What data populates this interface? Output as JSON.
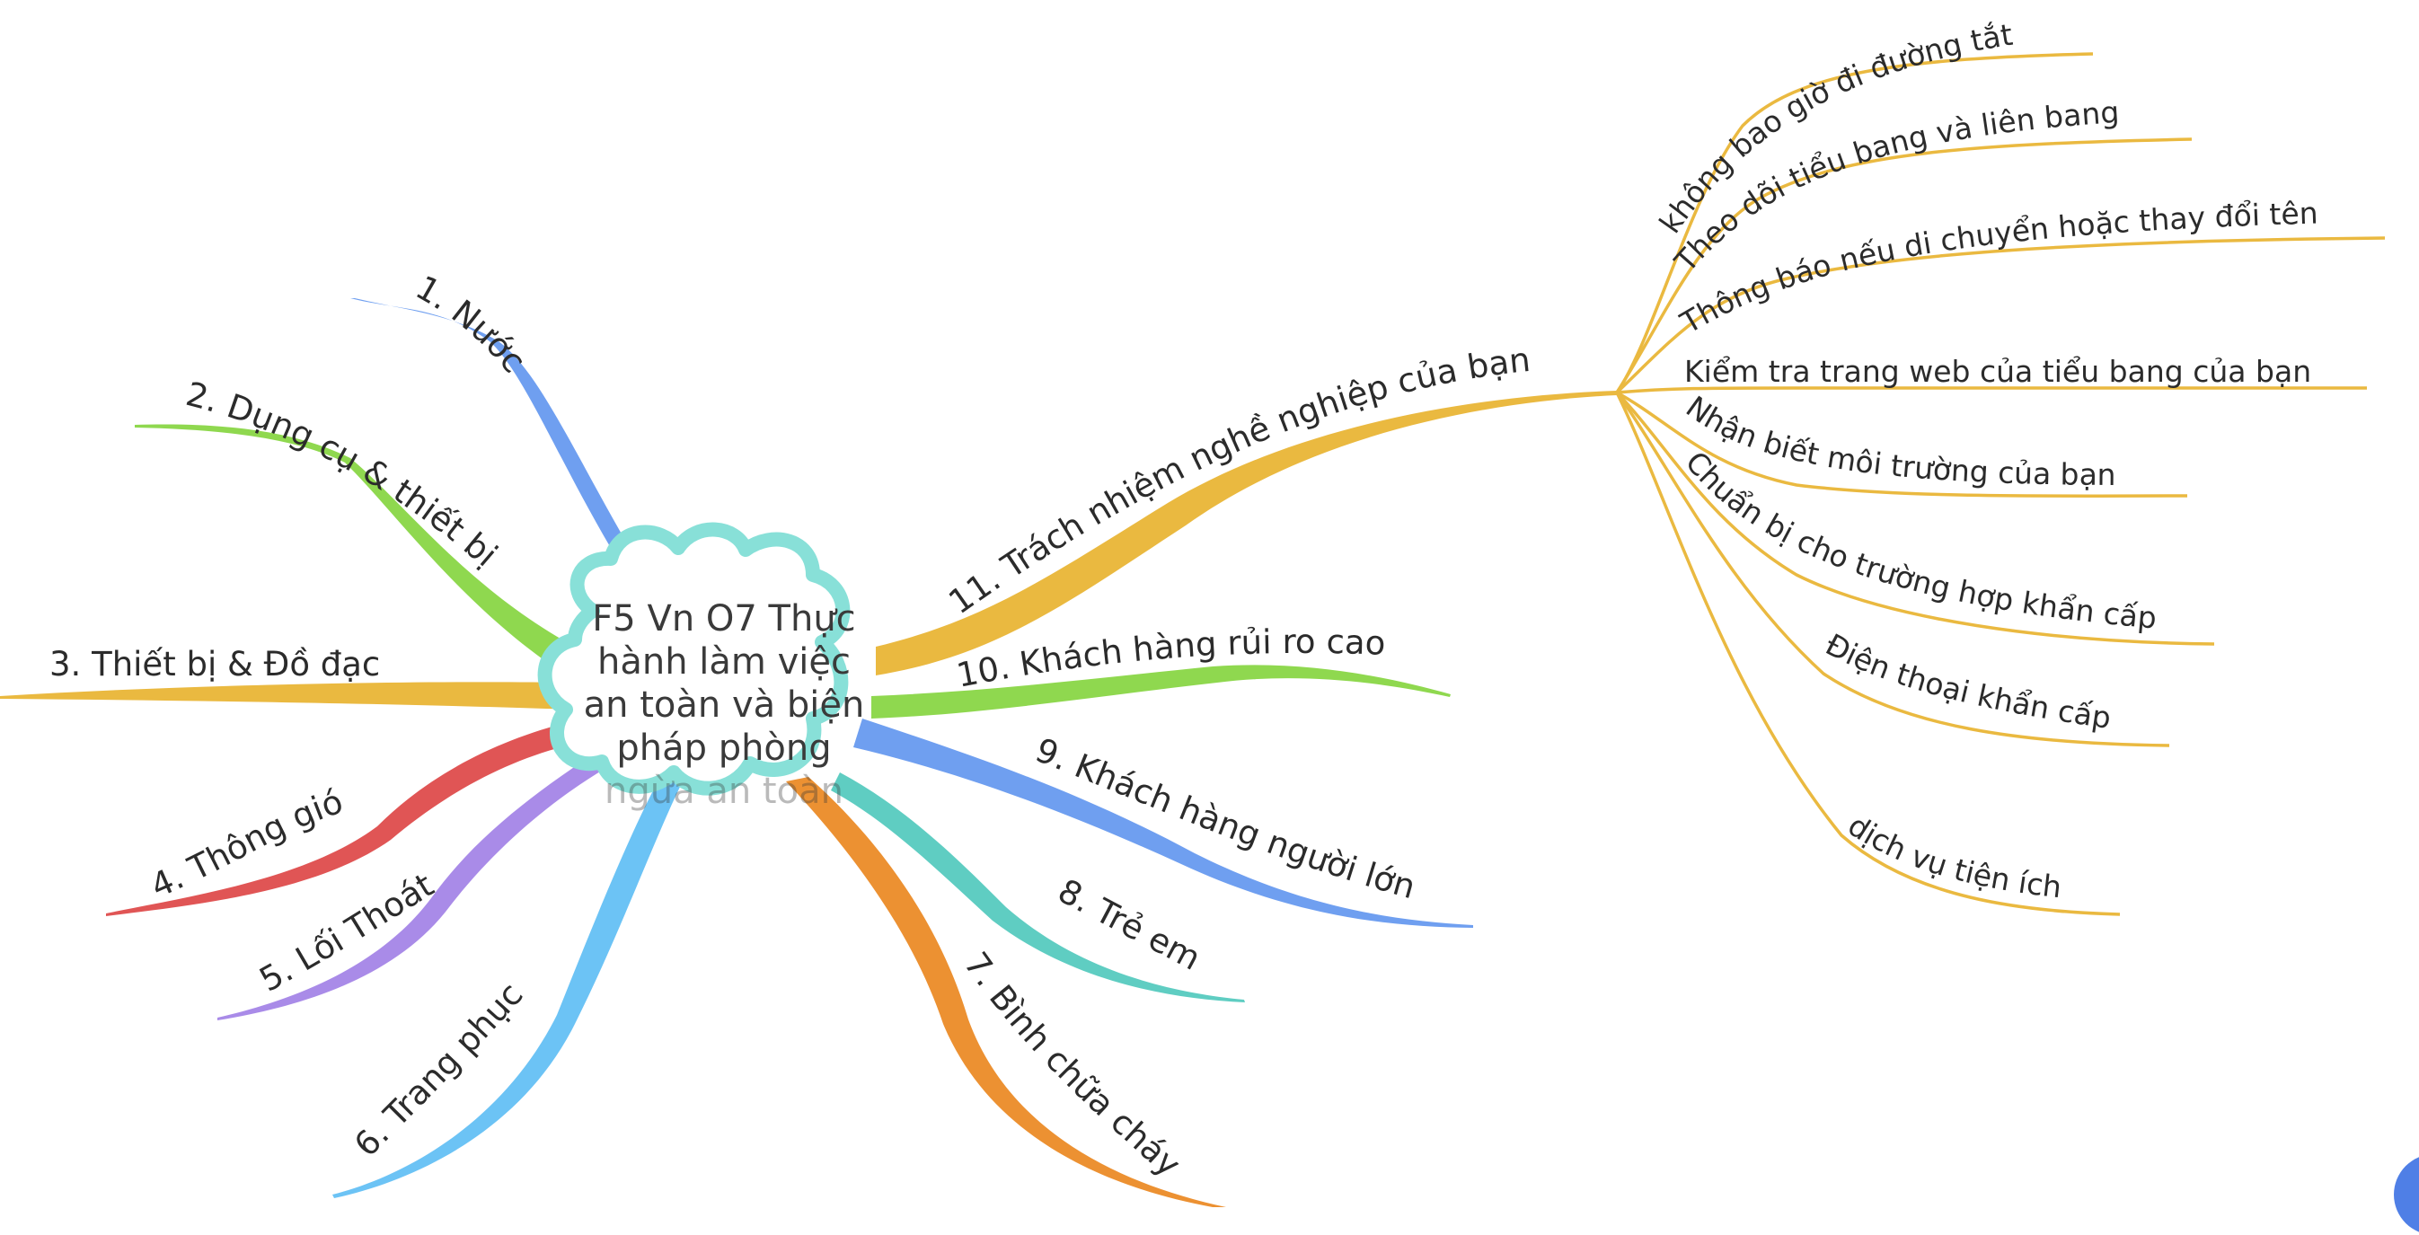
{
  "central_topic": {
    "lines": [
      "F5 Vn O7 Thực",
      "hành làm việc",
      "an toàn và biện",
      "pháp phòng",
      "ngừa an toàn"
    ],
    "color": "#88e0d8"
  },
  "branches": [
    {
      "label": "1. Nước",
      "color": "#6f9ff0"
    },
    {
      "label": "2. Dụng cụ & thiết bị",
      "color": "#8fd84f"
    },
    {
      "label": "3. Thiết bị & Đồ đạc",
      "color": "#eab940"
    },
    {
      "label": "4. Thông gió",
      "color": "#e05555"
    },
    {
      "label": "5. Lối Thoát",
      "color": "#a98be8"
    },
    {
      "label": "6. Trang phục",
      "color": "#6cc3f5"
    },
    {
      "label": "7. Bình chữa cháy",
      "color": "#ec9132"
    },
    {
      "label": "8. Trẻ em",
      "color": "#5fcdc2"
    },
    {
      "label": "9. Khách hàng người lớn",
      "color": "#6f9ff0"
    },
    {
      "label": "10. Khách hàng rủi ro cao",
      "color": "#8fd84f"
    },
    {
      "label": "11. Trách nhiệm nghề nghiệp của bạn",
      "color": "#eab940"
    }
  ],
  "subtopics": [
    "không bao giờ đi đường tắt",
    "Theo dõi tiểu bang và liên bang",
    "Thông báo nếu di chuyển hoặc thay đổi tên",
    "Kiểm tra trang web của tiểu bang của bạn",
    "Nhận biết môi trường của bạn",
    "Chuẩn bị cho trường hợp khẩn cấp",
    "Điện thoại khẩn cấp",
    "dịch vụ tiện ích"
  ]
}
